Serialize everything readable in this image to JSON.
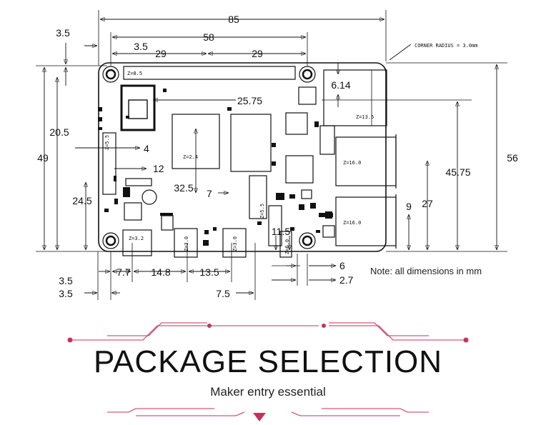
{
  "dimensions": {
    "overall_width": "85",
    "hole_spacing": "58",
    "edge_to_hole_x_top_a": "3.5",
    "edge_to_hole_x_top_b": "3.5",
    "half_spacing_left": "29",
    "half_spacing_right": "29",
    "soc_offset": "25.75",
    "left_20_5": "20.5",
    "left_49": "49",
    "left_24_5": "24.5",
    "dim_4": "4",
    "dim_12": "12",
    "dim_32_5": "32.5",
    "dim_7": "7",
    "dim_11_5": "11.5",
    "dim_6_14": "6.14",
    "dim_45_75": "45.75",
    "dim_27": "27",
    "dim_9": "9",
    "dim_56": "56",
    "dim_6": "6",
    "dim_2_7": "2.7",
    "bottom_3_5_a": "3.5",
    "bottom_3_5_b": "3.5",
    "dim_7_7": "7.7",
    "dim_14_8": "14.8",
    "dim_13_5": "13.5",
    "dim_7_5": "7.5"
  },
  "labels": {
    "corner_radius": "CORNER RADIUS = 3.0mm",
    "header_z": "Z=8.5",
    "ethernet_z": "Z=13.5",
    "usb_top_z": "Z=16.0",
    "usb_bottom_z": "Z=16.0",
    "soc_z": "Z=2.4",
    "sd_z": "Z=5.5",
    "audio_z": "Z=5.5",
    "micro_usb_z": "Z=3.2",
    "hdmi_z": "Z=3.0",
    "csi_z": "Z=3.0",
    "av_z": "Z=6.0",
    "units_note": "Note: all dimensions in mm"
  },
  "banner": {
    "title": "PACKAGE SELECTION",
    "subtitle": "Maker entry essential",
    "accent_color": "#c8325a"
  }
}
